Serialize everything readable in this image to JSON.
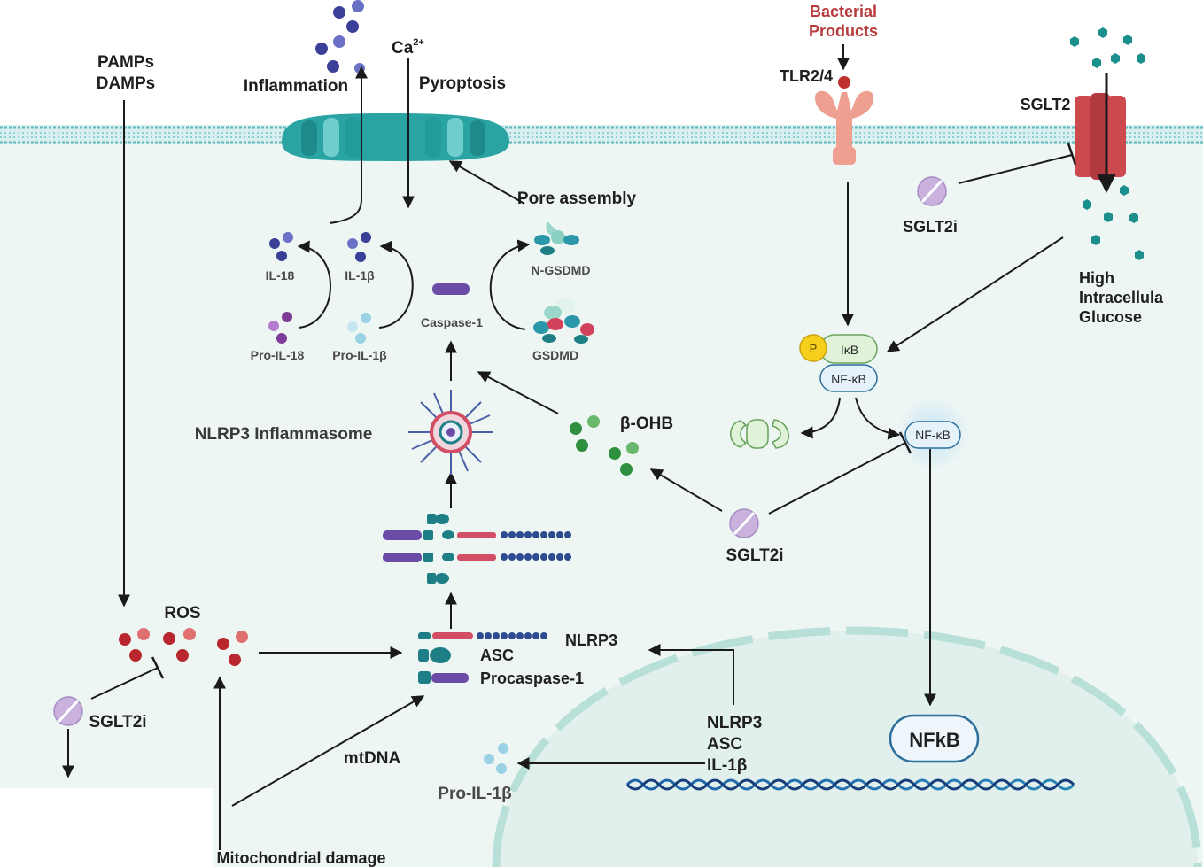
{
  "labels": {
    "pamps": "PAMPs",
    "damps": "DAMPs",
    "inflammation": "Inflammation",
    "ca": "Ca",
    "ca_sup": "2+",
    "pyroptosis": "Pyroptosis",
    "bacterial_1": "Bacterial",
    "bacterial_2": "Products",
    "tlr": "TLR2/4",
    "sglt2": "SGLT2",
    "sglt2i_top": "SGLT2i",
    "glucose_1": "High",
    "glucose_2": "Intracellula",
    "glucose_3": "Glucose",
    "pore_assembly": "Pore assembly",
    "il18": "IL-18",
    "il1b": "IL-1β",
    "pro_il18": "Pro-IL-18",
    "pro_il1b": "Pro-IL-1β",
    "caspase1": "Caspase-1",
    "n_gsdmd": "N-GSDMD",
    "gsdmd": "GSDMD",
    "p": "P",
    "ikb": "IκB",
    "nfkb_bound": "NF-κB",
    "nfkb_free": "NF-κB",
    "nlrp3_inflammasome": "NLRP3 Inflammasome",
    "bohb": "β-OHB",
    "sglt2i_mid": "SGLT2i",
    "ros": "ROS",
    "sglt2i_left": "SGLT2i",
    "nlrp3": "NLRP3",
    "asc": "ASC",
    "procaspase1": "Procaspase-1",
    "mtdna": "mtDNA",
    "gene_nlrp3": "NLRP3",
    "gene_asc": "ASC",
    "gene_il1b": "IL-1β",
    "nucleus_nfkb": "NFkB",
    "pro_il1b_bottom": "Pro-IL-1β",
    "mito_damage": "Mitochondrial damage"
  },
  "colors": {
    "cytoplasm": "#eef6f4",
    "membrane": "#64bcc0",
    "pore": "#2aa3a3",
    "nucleus": "#e1f0ec",
    "nucleus_edge": "#b9e0d8",
    "sglt2_channel": "#cc4a4e",
    "tlr": "#ee9f8f",
    "glucose": "#1a8f8c",
    "ros": "#b7272d",
    "bohb": "#2e8f3e",
    "il": "#3a3f98",
    "pro_il": "#7d3c97",
    "drug": "#c9b2dd",
    "nfkb_fill": "#e6f2fa",
    "nfkb_edge": "#2c6f9c",
    "ikb_fill": "#e0f3d8",
    "p_fill": "#f6cf1c",
    "bacterial_text": "#b83a3a"
  }
}
